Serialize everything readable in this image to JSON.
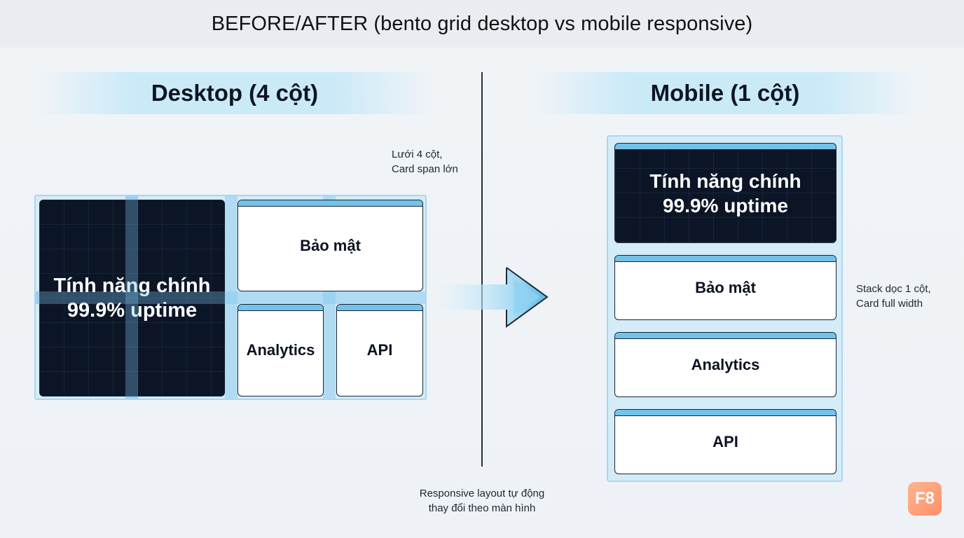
{
  "title": "BEFORE/AFTER (bento grid desktop vs mobile responsive)",
  "desktop": {
    "heading": "Desktop (4 cột)",
    "note_line1": "Lưới 4 cột,",
    "note_line2": "Card span lớn",
    "main_card": {
      "line1": "Tính năng chính",
      "line2": "99.9% uptime"
    },
    "cards": [
      "Bảo mật",
      "Analytics",
      "API"
    ]
  },
  "mobile": {
    "heading": "Mobile (1 cột)",
    "note_line1": "Stack dọc 1 cột,",
    "note_line2": "Card full width",
    "main_card": {
      "line1": "Tính năng chính",
      "line2": "99.9% uptime"
    },
    "cards": [
      "Bảo mật",
      "Analytics",
      "API"
    ]
  },
  "footer_note": {
    "line1": "Responsive layout tự động",
    "line2": "thay đổi theo màn hình"
  },
  "logo_text": "F8",
  "colors": {
    "accent": "#72c3ea",
    "dark_card": "#0c1526",
    "logo": "#ff9a74"
  }
}
